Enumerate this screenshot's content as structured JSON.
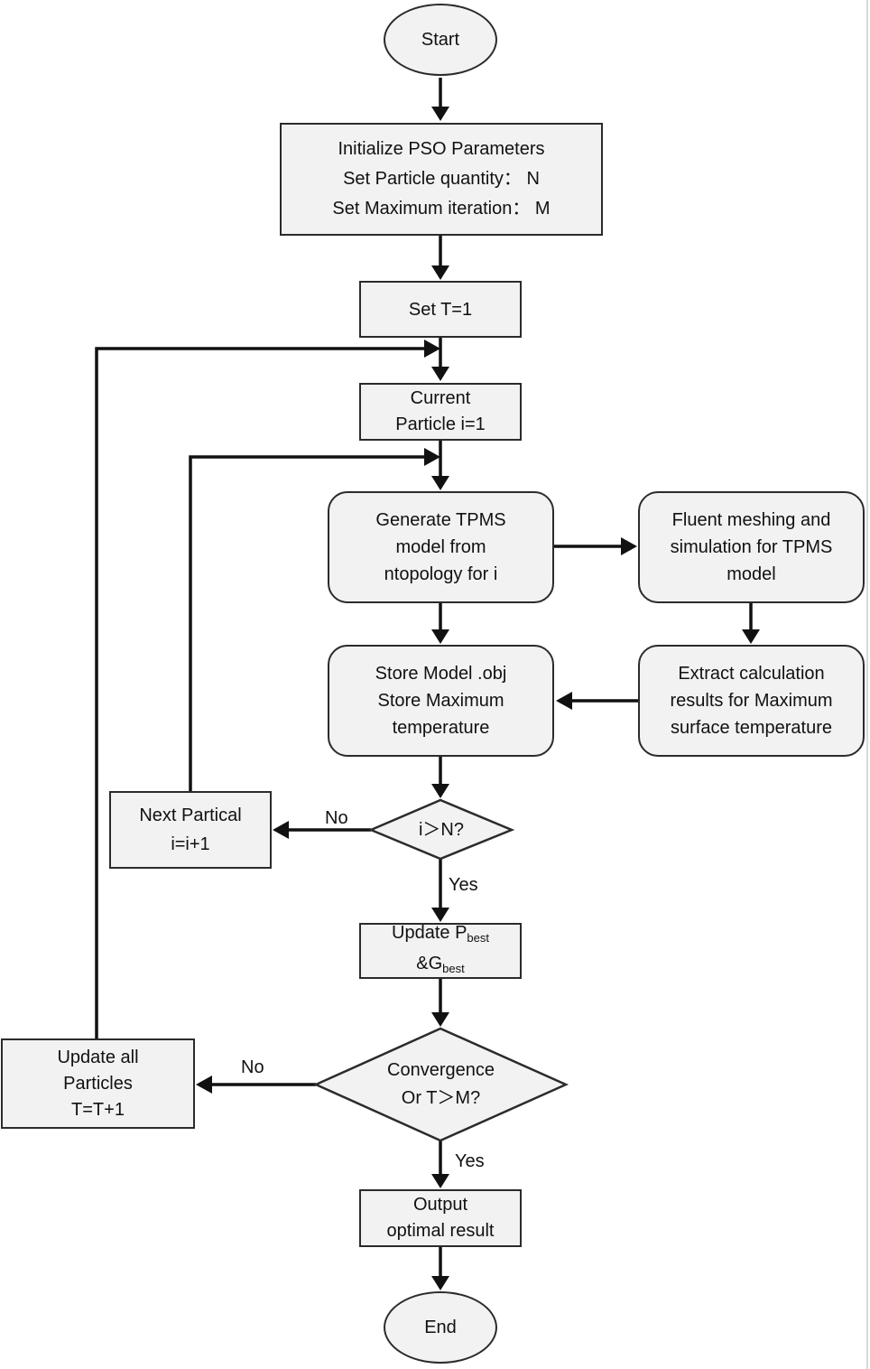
{
  "nodes": {
    "start": "Start",
    "init": [
      "Initialize PSO Parameters",
      "Set Particle quantity：  N",
      "Set Maximum iteration：  M"
    ],
    "set_t": "Set T=1",
    "current": [
      "Current",
      "Particle i=1"
    ],
    "generate": [
      "Generate TPMS",
      "model from",
      "ntopology for i"
    ],
    "fluent": [
      "Fluent meshing and",
      "simulation for TPMS",
      "model"
    ],
    "store": [
      "Store Model .obj",
      "Store Maximum",
      "temperature"
    ],
    "extract": [
      "Extract calculation",
      "results for Maximum",
      "surface temperature"
    ],
    "next": [
      "Next Partical",
      "i=i+1"
    ],
    "decision_i": "i＞N?",
    "update_best": {
      "line1_main": "Update P",
      "line1_sub": "best",
      "line2_main": "&G",
      "line2_sub": "best"
    },
    "decision_conv": [
      "Convergence",
      "Or T＞M?"
    ],
    "update_all": [
      "Update all",
      "Particles",
      "T=T+1"
    ],
    "output": [
      "Output",
      "optimal result"
    ],
    "end": "End"
  },
  "edge_labels": {
    "no_i": "No",
    "yes_i": "Yes",
    "no_conv": "No",
    "yes_conv": "Yes"
  },
  "colors": {
    "node_fill": "#f2f2f2",
    "stroke": "#2b2b2b",
    "arrow": "#111111"
  }
}
